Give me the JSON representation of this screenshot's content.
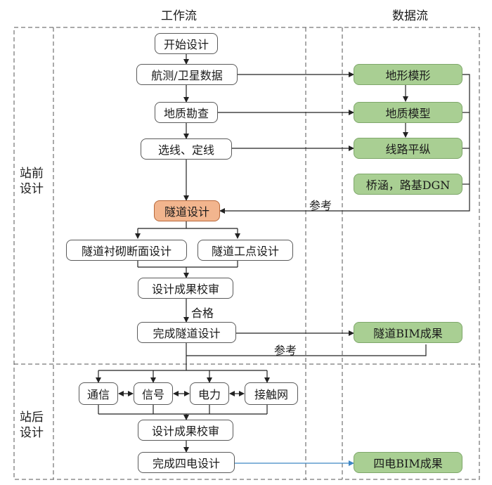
{
  "headers": {
    "workflow": "工作流",
    "dataflow": "数据流"
  },
  "phases": {
    "pre": [
      "站前",
      "设计"
    ],
    "post": [
      "站后",
      "设计"
    ]
  },
  "workflow": {
    "start": "开始设计",
    "survey": "航测/卫星数据",
    "geo": "地质勘查",
    "route": "选线、定线",
    "tunnel": "隧道设计",
    "lining": "隧道衬砌断面设计",
    "points": "隧道工点设计",
    "review1": "设计成果校审",
    "finish_tunnel": "完成隧道设计",
    "comm": "通信",
    "signal": "信号",
    "power": "电力",
    "catenary": "接触网",
    "review2": "设计成果校审",
    "finish_four": "完成四电设计"
  },
  "dataflow": {
    "terrain": "地形模形",
    "geo_model": "地质模型",
    "route_plan": "线路平纵",
    "bridge": "桥涵，路基DGN",
    "tunnel_bim": "隧道BIM成果",
    "four_bim": "四电BIM成果"
  },
  "labels": {
    "ref1": "参考",
    "pass": "合格",
    "ref2": "参考"
  },
  "colors": {
    "highlight": "#f2b58e",
    "data_box": "#a9cf93",
    "link_blue": "#3f86c4"
  }
}
